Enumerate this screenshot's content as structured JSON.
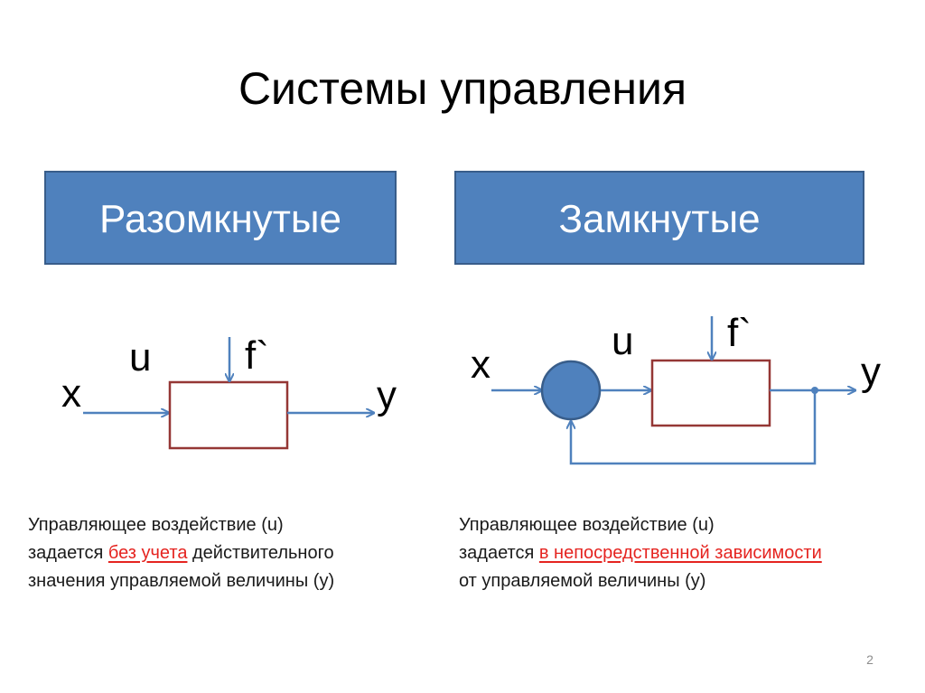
{
  "title": "Системы управления",
  "categories": {
    "open": "Разомкнутые",
    "closed": "Замкнутые"
  },
  "open_diagram": {
    "input_label": "x",
    "control_label": "u",
    "disturbance_label": "f`",
    "output_label": "y"
  },
  "closed_diagram": {
    "input_label": "x",
    "control_label": "u",
    "disturbance_label": "f`",
    "output_label": "y"
  },
  "descriptions": {
    "open": {
      "line1": "Управляющее воздействие (u)",
      "line2_before": "задается ",
      "line2_highlight": "без учета",
      "line2_after": " действительного",
      "line3": "значения управляемой величины (y)"
    },
    "closed": {
      "line1": "Управляющее воздействие (u)",
      "line2_before": "задается ",
      "line2_highlight": "в непосредственной зависимости",
      "line3": "от управляемой величины (y)"
    }
  },
  "page_number": "2",
  "colors": {
    "category_fill": "#4f81bd",
    "arrow": "#4f81bd",
    "block_border": "#953735",
    "highlight": "#e52420"
  }
}
